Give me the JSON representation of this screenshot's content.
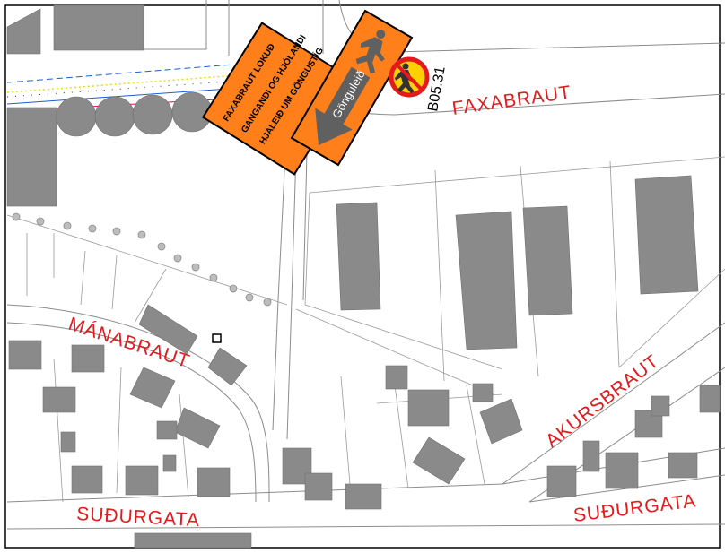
{
  "map": {
    "colors": {
      "street_label": "#e41a1c",
      "building": "#8a8a8a",
      "sign_orange": "#ff7f1a",
      "lot_line": "#9a9a9a"
    },
    "streets": {
      "faxabraut": "FAXABRAUT",
      "manabraut": "MÁNABRAUT",
      "akursbraut": "AKURSBRAUT",
      "sudurgata_left": "SUÐURGATA",
      "sudurgata_right": "SUÐURGATA"
    },
    "closure_sign": {
      "lines": [
        "FAXABRAUT LOKUÐ",
        "GANGANDI OG HJÓLANDI",
        "HJÁLEIÐ UM GÖNGUSTÍG"
      ]
    },
    "detour_sign": {
      "label": "Gönguleið",
      "icon": "pedestrian-icon"
    },
    "prohibition_sign": {
      "code": "B05.31",
      "icon": "no-pedestrians-icon"
    }
  }
}
